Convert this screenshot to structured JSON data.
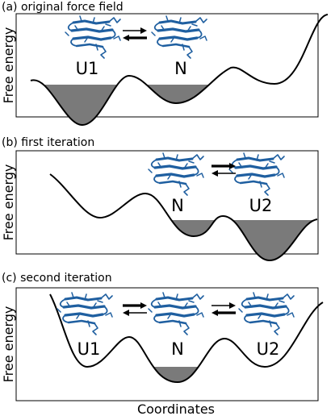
{
  "figure": {
    "x_label": "Coordinates",
    "y_label": "Free energy",
    "panels": [
      {
        "title": "(a) original force field",
        "states": [
          "U1",
          "N"
        ],
        "arrows": [
          {
            "bold": "left"
          }
        ]
      },
      {
        "title": "(b) first iteration",
        "states": [
          "N",
          "U2"
        ],
        "arrows": [
          {
            "bold": "right"
          }
        ]
      },
      {
        "title": "(c) second iteration",
        "states": [
          "U1",
          "N",
          "U2"
        ],
        "arrows": [
          {
            "bold": "right"
          },
          {
            "bold": "left"
          }
        ]
      }
    ]
  },
  "colors": {
    "curve": "#000000",
    "fill": "#7a7a7a",
    "protein": "#1f5fa0",
    "frame": "#000000"
  }
}
